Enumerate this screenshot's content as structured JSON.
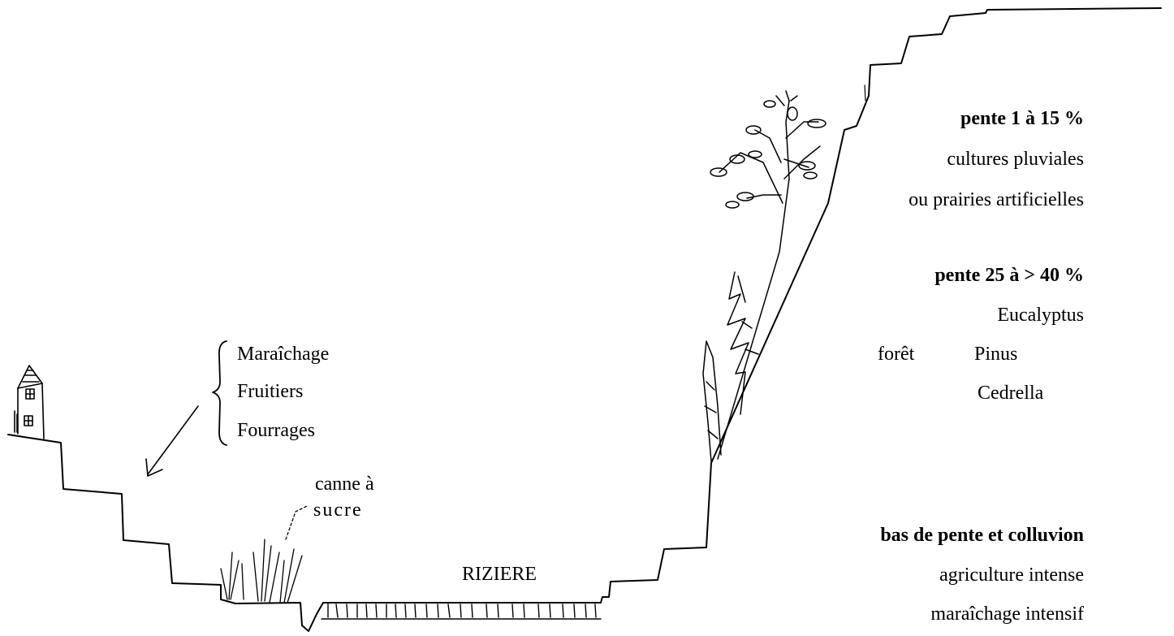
{
  "labels": {
    "upper_slope": {
      "title": "pente 1 à 15 %",
      "line1": "cultures pluviales",
      "line2": "ou prairies artificielles"
    },
    "middle_slope": {
      "title": "pente 25 à > 40 %",
      "forest_label": "forêt",
      "species": [
        "Eucalyptus",
        "Pinus",
        "Cedrella"
      ]
    },
    "lower_slope": {
      "title": "bas de pente et colluvion",
      "line1": "agriculture intense",
      "line2": "maraîchage intensif"
    },
    "left_terraces": [
      "Maraîchage",
      "Fruitiers",
      "Fourrages"
    ],
    "sugarcane": [
      "canne à",
      "sucre"
    ],
    "rice": "RIZIERE"
  },
  "colors": {
    "ink": "#000000",
    "background": "#ffffff"
  }
}
